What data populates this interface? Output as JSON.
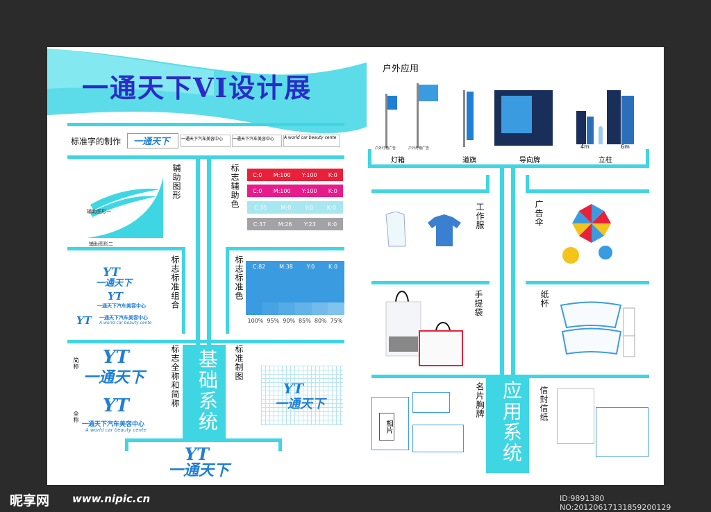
{
  "banner": {
    "title": "一通天下VI设计展"
  },
  "basic": {
    "system_label": "基础系统",
    "standard_char_label": "标准字的制作",
    "aux_graphic_label": "辅助图形",
    "aux_color_label": "标志辅助色",
    "logo_combo_label": "标志标准组合",
    "std_color_label": "标志标准色",
    "fullname_label": "标志全称和简称",
    "grid_label": "标准制图",
    "short_label": "简称",
    "full_label": "全称",
    "aux_graphic_caption1": "辅助图形一",
    "aux_graphic_caption2": "辅助图形二",
    "aux_colors": [
      {
        "c": "C:0",
        "m": "M:100",
        "y": "Y:100",
        "k": "K:0",
        "color": "#e8203a"
      },
      {
        "c": "C:0",
        "m": "M:100",
        "y": "Y:100",
        "k": "K:0",
        "color": "#e61b8c"
      },
      {
        "c": "C:35",
        "m": "M:0",
        "y": "Y:0",
        "k": "K:0",
        "color": "#a8e6f0"
      },
      {
        "c": "C:37",
        "m": "M:26",
        "y": "Y:23",
        "k": "K:0",
        "color": "#a3a3a6"
      }
    ],
    "std_color": {
      "c": "C:82",
      "m": "M:38",
      "y": "Y:0",
      "k": "K:0",
      "color": "#3a9be0"
    },
    "tints": [
      "100%",
      "95%",
      "90%",
      "85%",
      "80%",
      "75%"
    ]
  },
  "logo": {
    "mark": "YT",
    "name_script": "一通天下",
    "company_cn": "一通天下汽车美容中心",
    "company_en": "A world car beauty cente"
  },
  "apply": {
    "system_label": "应用系统",
    "outdoor_label": "户外应用",
    "outdoor_items": [
      "灯箱",
      "道旗",
      "导向牌",
      "立柱"
    ],
    "dist1": "4m",
    "dist2": "6m",
    "uniform_label": "工作服",
    "umbrella_label": "广告伞",
    "bag_label": "手提袋",
    "cup_label": "纸杯",
    "card_label": "名片胸牌",
    "envelope_label": "信封信纸",
    "card_text": "相片",
    "lightbox_tag": "户外灯箱广告"
  },
  "footer": {
    "site_logo": "昵享网",
    "site_url": "www.nipic.cn",
    "id_text": "ID:9891380 NO:20120617131859200129"
  },
  "colors": {
    "cyan": "#3fd6e4",
    "blue": "#1f7fd4",
    "bg": "#2b2b2b"
  }
}
